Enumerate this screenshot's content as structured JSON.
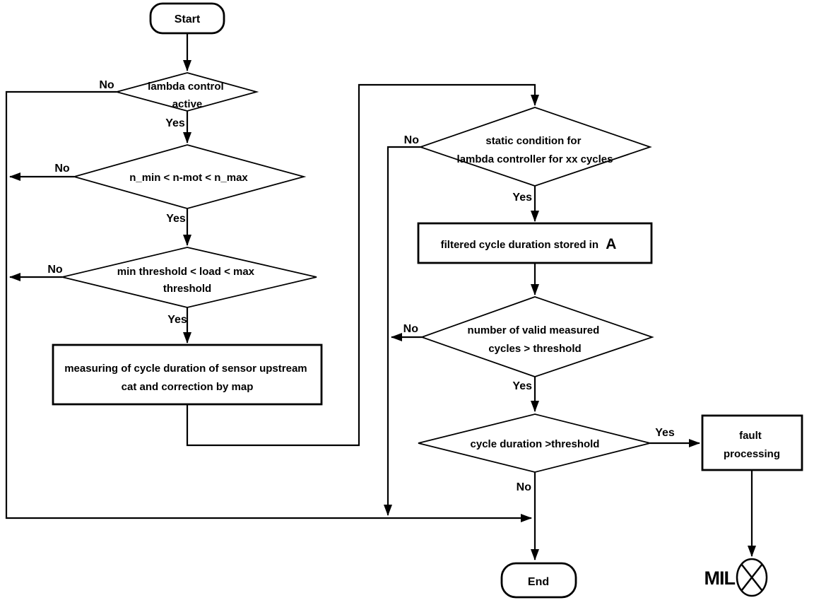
{
  "edge_labels": {
    "yes": "Yes",
    "no": "No"
  },
  "nodes": {
    "start": {
      "label": "Start"
    },
    "lambda_active": {
      "line1": "lambda control",
      "line2": "active"
    },
    "engine_speed": {
      "label": "n_min < n-mot < n_max"
    },
    "load_window": {
      "line1": "min threshold < load < max",
      "line2": "threshold"
    },
    "measure": {
      "line1": "measuring of cycle duration of sensor upstream",
      "line2": "cat and correction by map"
    },
    "static_condition": {
      "line1": "static condition for",
      "line2": "lambda controller for xx cycles"
    },
    "filtered": {
      "text": "filtered cycle duration stored in",
      "var": "A"
    },
    "valid_cycles": {
      "line1": "number of valid measured",
      "line2": "cycles > threshold"
    },
    "cycle_duration": {
      "label": "cycle duration  >threshold"
    },
    "fault": {
      "line1": "fault",
      "line2": "processing"
    },
    "end": {
      "label": "End"
    },
    "mil": {
      "label": "MIL"
    }
  },
  "colors": {
    "stroke": "#000000",
    "background": "#ffffff"
  }
}
